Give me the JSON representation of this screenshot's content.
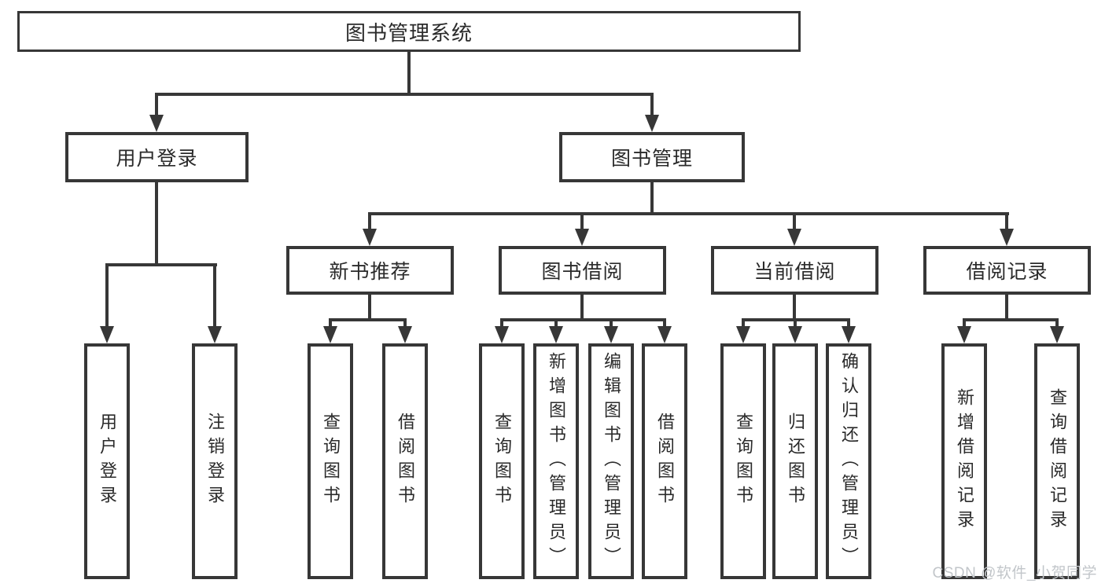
{
  "diagram_title": "图书管理系统",
  "watermark": "CSDN @软件_小贺同学",
  "colors": {
    "background": "#ffffff",
    "line": "#373737",
    "text": "#2a2a2a",
    "watermark": "#c2c6ca"
  },
  "nodes": {
    "root": "图书管理系统",
    "user_login": "用户登录",
    "book_mgmt": "图书管理",
    "new_book_rec": "新书推荐",
    "book_borrow": "图书借阅",
    "current_borrow": "当前借阅",
    "borrow_records": "借阅记录",
    "ul_login": "用户登录",
    "ul_logout": "注销登录",
    "nb_query": "查询图书",
    "nb_borrow": "借阅图书",
    "bb_query": "查询图书",
    "bb_add": "新增图书（管理员）",
    "bb_edit": "编辑图书（管理员）",
    "bb_borrow": "借阅图书",
    "cb_query": "查询图书",
    "cb_return": "归还图书",
    "cb_confirm": "确认归还（管理员）",
    "br_add": "新增借阅记录",
    "br_query": "查询借阅记录"
  },
  "structure": [
    {
      "parent": "图书管理系统",
      "children": [
        "用户登录",
        "图书管理"
      ]
    },
    {
      "parent": "用户登录",
      "children": [
        "用户登录",
        "注销登录"
      ]
    },
    {
      "parent": "图书管理",
      "children": [
        "新书推荐",
        "图书借阅",
        "当前借阅",
        "借阅记录"
      ]
    },
    {
      "parent": "新书推荐",
      "children": [
        "查询图书",
        "借阅图书"
      ]
    },
    {
      "parent": "图书借阅",
      "children": [
        "查询图书",
        "新增图书（管理员）",
        "编辑图书（管理员）",
        "借阅图书"
      ]
    },
    {
      "parent": "当前借阅",
      "children": [
        "查询图书",
        "归还图书",
        "确认归还（管理员）"
      ]
    },
    {
      "parent": "借阅记录",
      "children": [
        "新增借阅记录",
        "查询借阅记录"
      ]
    }
  ]
}
